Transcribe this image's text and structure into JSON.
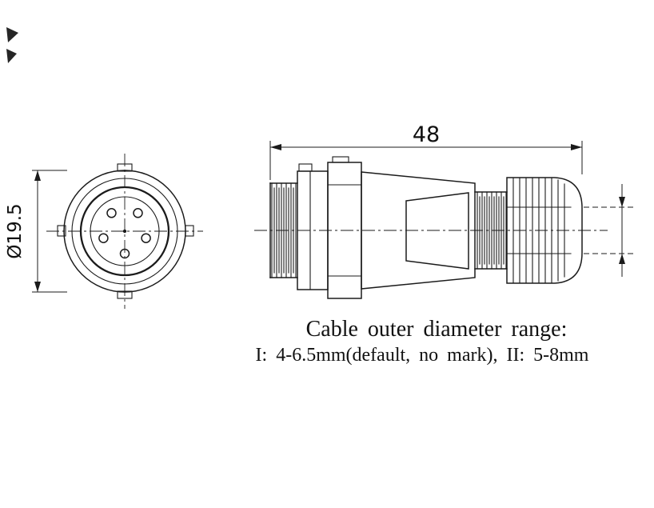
{
  "front_view": {
    "diameter_label": "Ø19.5"
  },
  "side_view": {
    "length_label": "48"
  },
  "note": {
    "line1": "Cable outer diameter range:",
    "line2": "I: 4-6.5mm(default, no mark), II: 5-8mm"
  },
  "colors": {
    "line": "#1b1b1b",
    "background": "#ffffff"
  }
}
